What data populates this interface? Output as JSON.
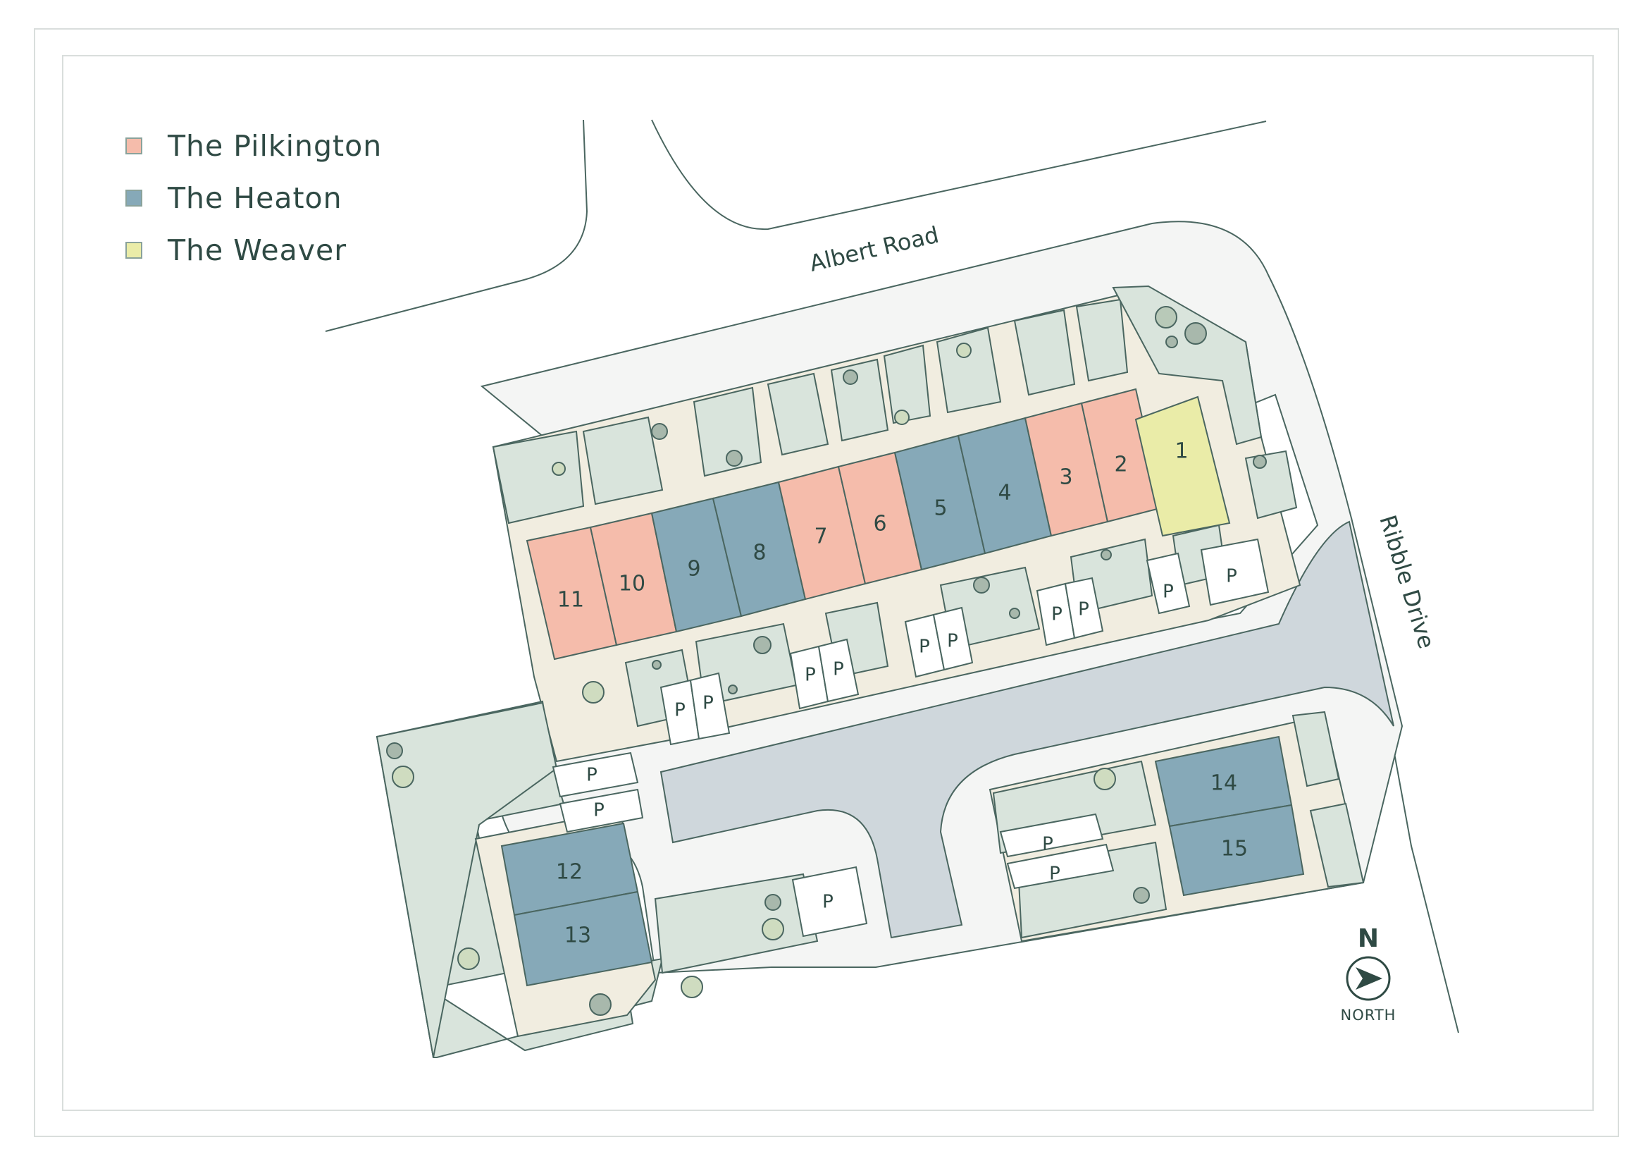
{
  "legend": {
    "items": [
      {
        "label": "The Pilkington",
        "color": "#f5bcab"
      },
      {
        "label": "The Heaton",
        "color": "#86a9b8"
      },
      {
        "label": "The Weaver",
        "color": "#eaeca8"
      }
    ]
  },
  "roads": {
    "albert": "Albert Road",
    "ribble": "Ribble Drive"
  },
  "plots": {
    "p1": "1",
    "p2": "2",
    "p3": "3",
    "p4": "4",
    "p5": "5",
    "p6": "6",
    "p7": "7",
    "p8": "8",
    "p9": "9",
    "p10": "10",
    "p11": "11",
    "p12": "12",
    "p13": "13",
    "p14": "14",
    "p15": "15"
  },
  "parking_label": "P",
  "compass": {
    "letter": "N",
    "caption": "NORTH"
  },
  "colors": {
    "garden": "#d9e4dc",
    "path": "#f1ede0",
    "road": "#f4f5f4",
    "street": "#cfd7dc",
    "outline": "#4a6660"
  }
}
